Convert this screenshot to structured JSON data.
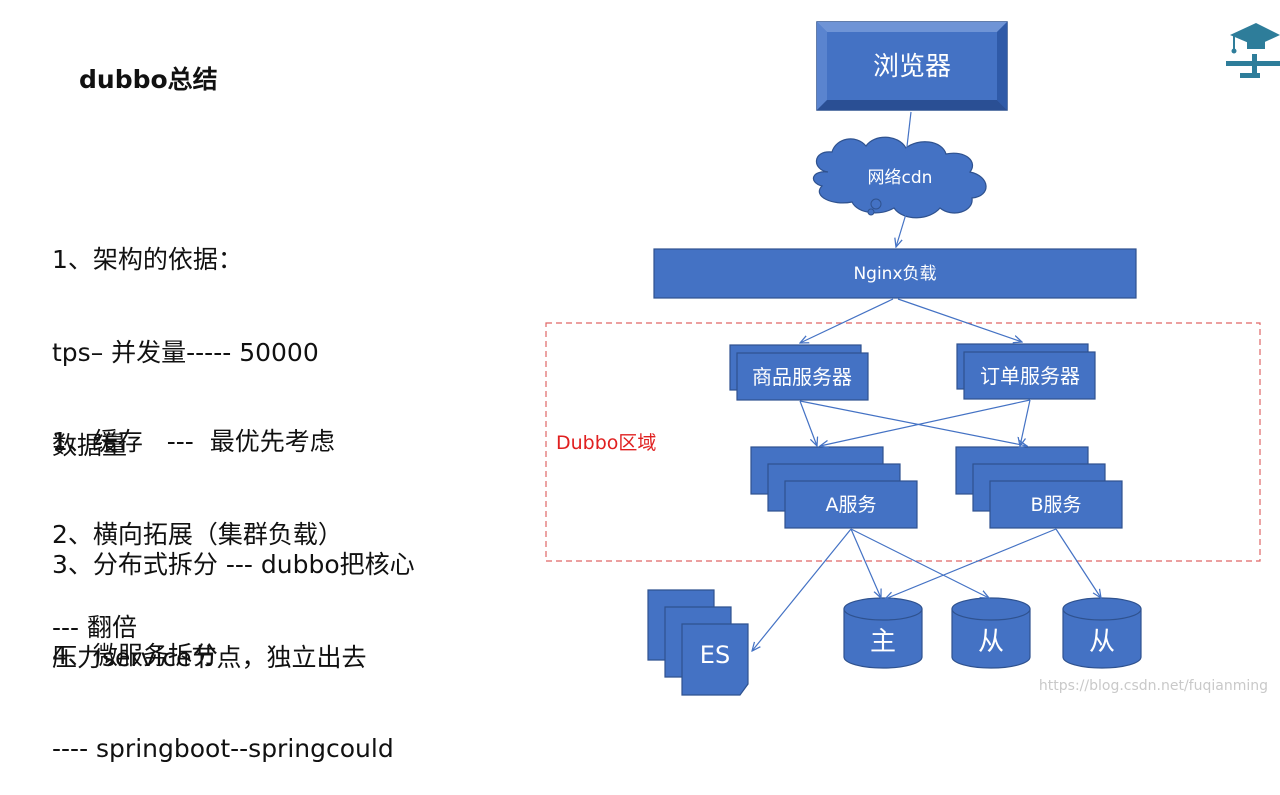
{
  "title": "dubbo总结",
  "section1": {
    "lines": [
      "1、架构的依据：",
      "tps– 并发量----- 50000",
      "数据量"
    ]
  },
  "section2": {
    "lines": [
      "1、缓存   ---  最优先考虑",
      "2、横向拓展（集群负载）",
      "--- 翻倍"
    ]
  },
  "section3": {
    "lines": [
      "3、分布式拆分 --- dubbo把核心",
      "压力service节点，独立出去"
    ]
  },
  "section4": {
    "lines": [
      "4、微服务拆分",
      "---- springboot--springcould"
    ]
  },
  "diagram": {
    "browser": "浏览器",
    "cdn": "网络cdn",
    "nginx": "Nginx负载",
    "region_label": "Dubbo区域",
    "product_service": "商品服务器",
    "order_service": "订单服务器",
    "service_a": "A服务",
    "service_b": "B服务",
    "es": "ES",
    "db_master": "主",
    "db_slave_1": "从",
    "db_slave_2": "从"
  },
  "colors": {
    "box_fill": "#4472C4",
    "box_border": "#2F528F",
    "arrow": "#4472C4",
    "region_border": "#E06666",
    "region_label": "#E02020"
  },
  "watermark": "https://blog.csdn.net/fuqianming"
}
